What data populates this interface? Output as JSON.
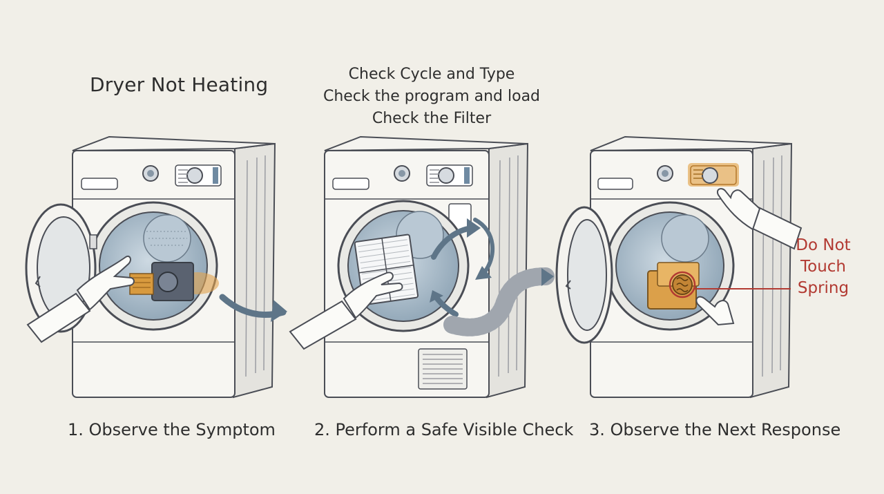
{
  "title": "Dryer Not Heating",
  "check_notes": [
    "Check Cycle and Type",
    "Check the program and load",
    "Check the Filter"
  ],
  "steps": [
    {
      "label": "1. Observe the Symptom"
    },
    {
      "label": "2. Perform a Safe Visible Check"
    },
    {
      "label": "3. Observe the Next Response"
    }
  ],
  "warning": [
    "Do Not",
    "Touch",
    "Spring"
  ],
  "colors": {
    "background": "#f1efe8",
    "outline": "#4a4d55",
    "drum_blue": "#a9bccb",
    "highlight_orange": "#e3a44c",
    "arrow_blue": "#5e7588",
    "warning_red": "#b23a32"
  }
}
